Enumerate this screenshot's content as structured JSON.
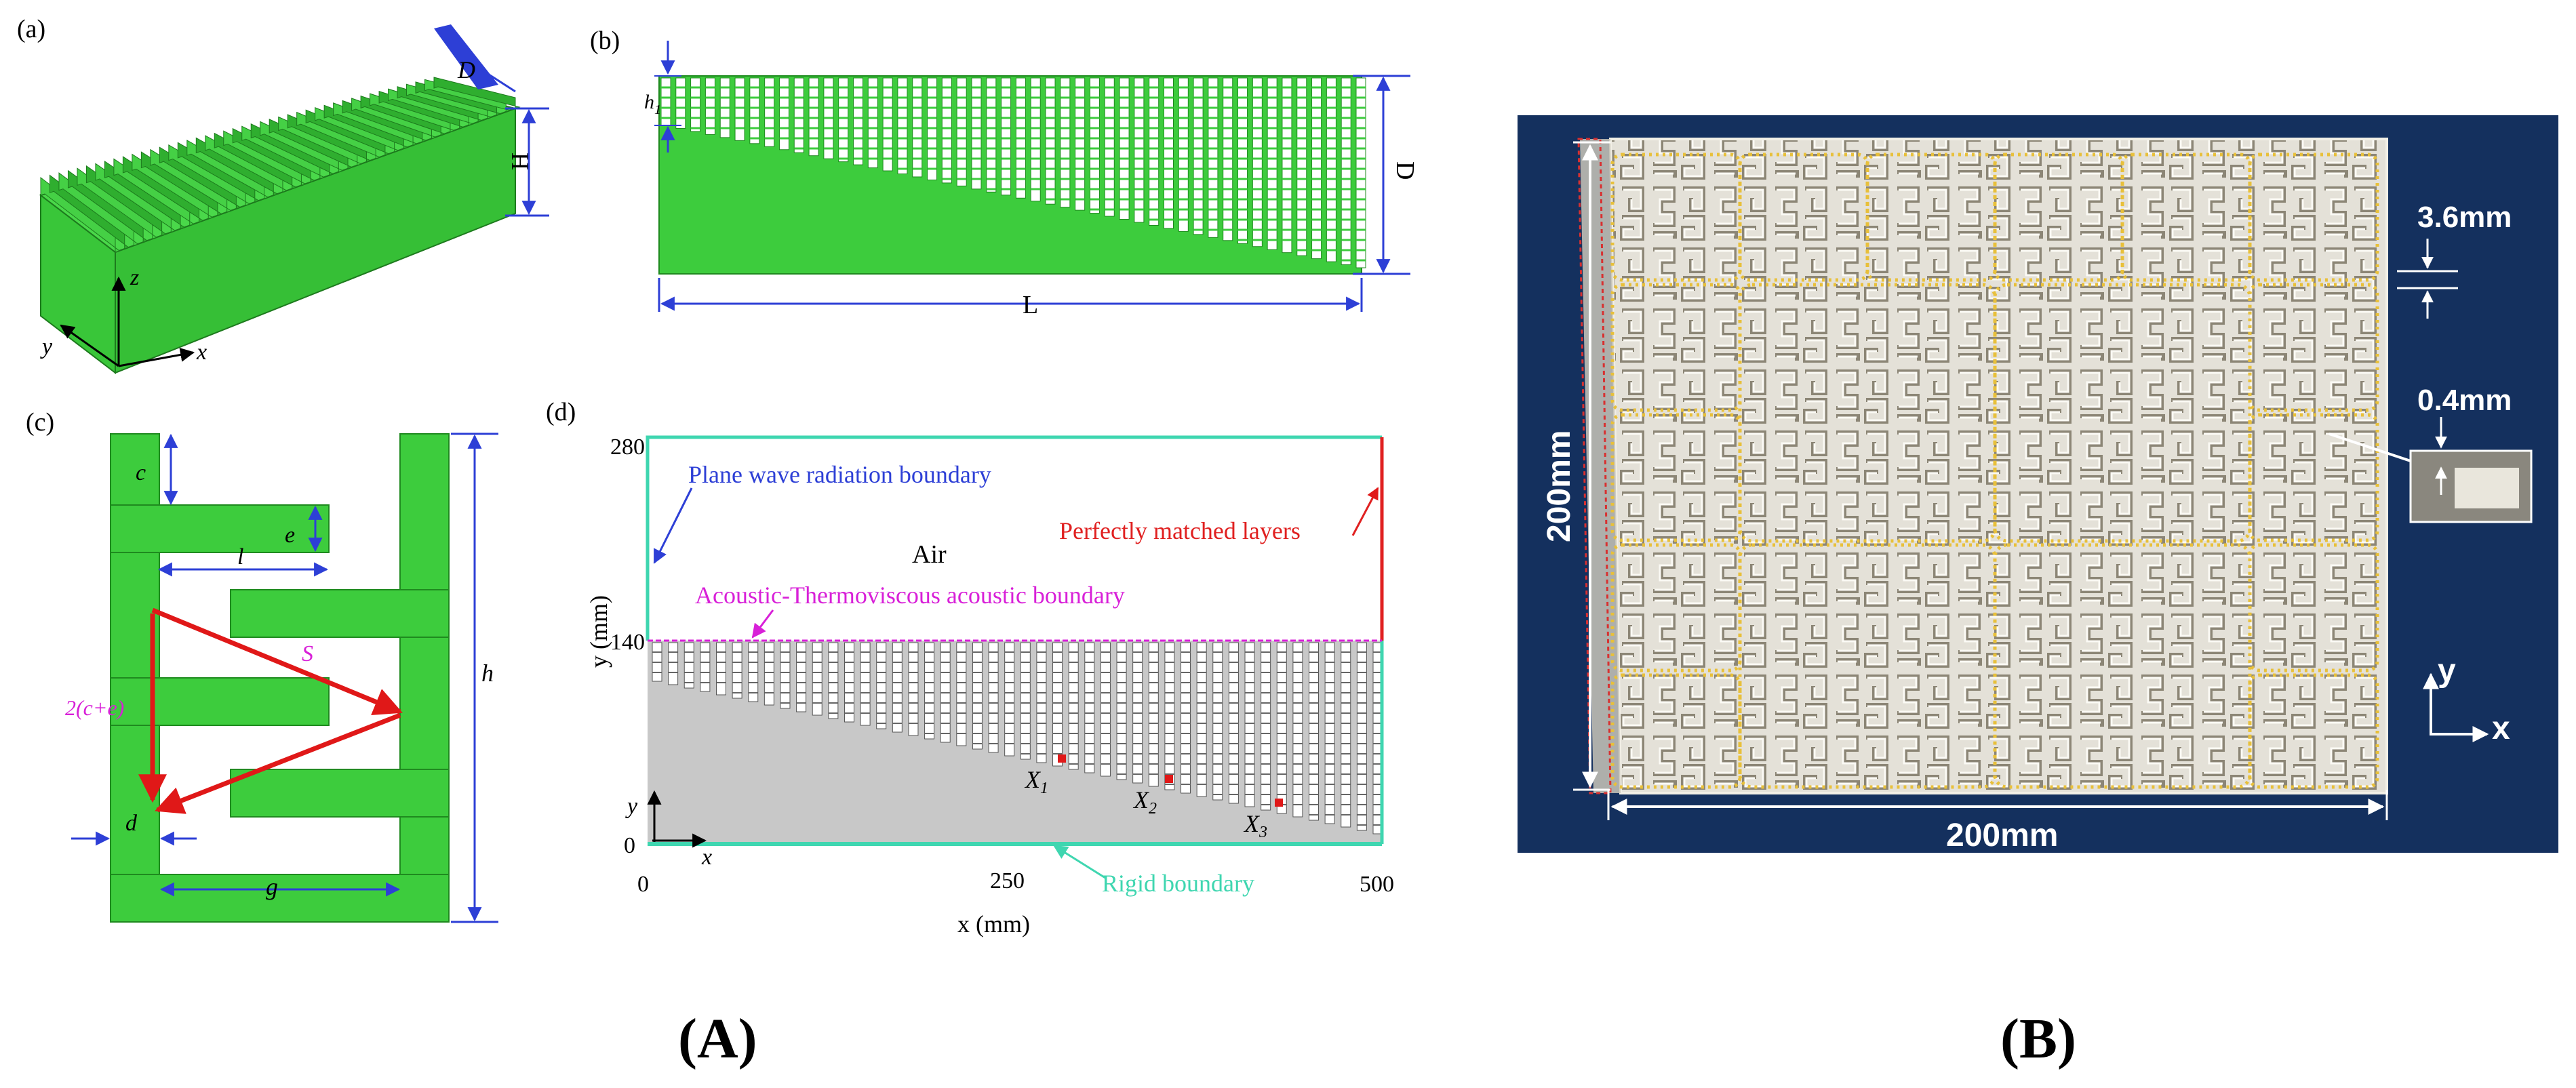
{
  "colors": {
    "panel_green": "#3dcc3d",
    "green_dark": "#1f8a1f",
    "dim_blue": "#2d3fd6",
    "arrow_red": "#e01818",
    "label_magenta": "#d820d8",
    "boundary_teal": "#3fd6b0",
    "pml_red": "#e02020",
    "grey_fill": "#c8c8c8",
    "photo_bg": "#14305e",
    "dotted_yellow": "#e8c03a"
  },
  "panel_a": {
    "label": "(a)",
    "dim_D": "D",
    "dim_H": "H",
    "axis_z": "z",
    "axis_y": "y",
    "axis_x": "x"
  },
  "panel_b": {
    "label": "(b)",
    "dim_h1_main": "h",
    "dim_h1_sub": "1",
    "dim_D": "D",
    "dim_L": "L"
  },
  "panel_c": {
    "label": "(c)",
    "dim_c": "c",
    "dim_e": "e",
    "dim_l": "l",
    "dim_S": "S",
    "dim_2ce": "2(c+e)",
    "dim_h": "h",
    "dim_d": "d",
    "dim_g": "g"
  },
  "panel_d": {
    "label": "(d)",
    "plane_wave": "Plane wave radiation boundary",
    "pml": "Perfectly matched layers",
    "air": "Air",
    "thermo": "Acoustic-Thermoviscous acoustic boundary",
    "rigid": "Rigid boundary",
    "y_ticks": [
      "280",
      "140",
      "0"
    ],
    "x_ticks": [
      "0",
      "250",
      "500"
    ],
    "y_label": "y (mm)",
    "x_label": "x (mm)",
    "axis_y": "y",
    "axis_x": "x",
    "points": [
      {
        "main": "X",
        "sub": "1"
      },
      {
        "main": "X",
        "sub": "2"
      },
      {
        "main": "X",
        "sub": "3"
      }
    ]
  },
  "panel_B": {
    "dim_36": "3.6mm",
    "dim_04": "0.4mm",
    "dim_200_left": "200mm",
    "dim_200_bottom": "200mm",
    "axis_y": "y",
    "axis_x": "x"
  },
  "captions": {
    "A": "(A)",
    "B": "(B)"
  }
}
